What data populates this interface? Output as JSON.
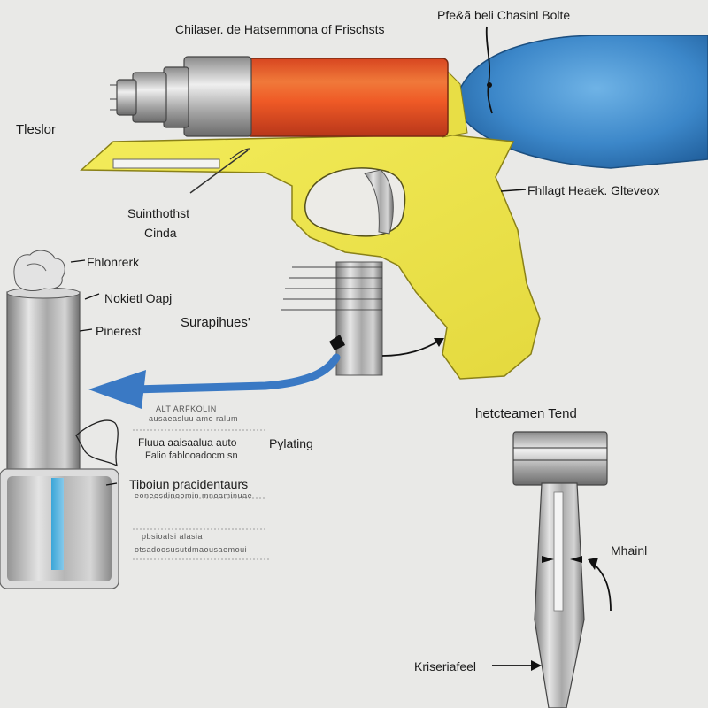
{
  "labels": {
    "title": "Chilaser. de Hatsemmona of Frischsts",
    "top_right": "Pfe&ã beli Chasinl Bolte",
    "left_top": "Tleslor",
    "right_mid": "Fhllagt Heaek. Glteveox",
    "mid_1": "Suinthothst",
    "mid_2": "Cinda",
    "left_2": "Fhlonrerk",
    "left_3": "Nokietl Oapj",
    "mid_3": "Surapihues'",
    "left_4": "Pinerest",
    "right_lower": "hetcteamen Tend",
    "mid_4": "Pylating",
    "tiny_1": "ALT ARFKOLIN",
    "tiny_2": "ausaeasluu amo ralum",
    "small_1": "Fluua aaisaalua auto",
    "small_2": "Falio fablooadocm sn",
    "mid_5": "Tiboiun pracidentaurs",
    "tiny_3": "eoneesdinoomin mnoaminuae",
    "tiny_4": "pbsioalsi alasia",
    "tiny_5": "otsadoosusutdmaousaemoui",
    "right_bottom": "Mhainl",
    "bottom": "Kriseriafeel"
  },
  "colors": {
    "background": "#e9e9e7",
    "gun_body": "#ede54a",
    "barrel_orange": "#e85a2a",
    "bulb_blue": "#3d86c8",
    "arrow_blue": "#3a79c4",
    "metal": "#b8b8b8",
    "ink": "#1b1b1b"
  }
}
